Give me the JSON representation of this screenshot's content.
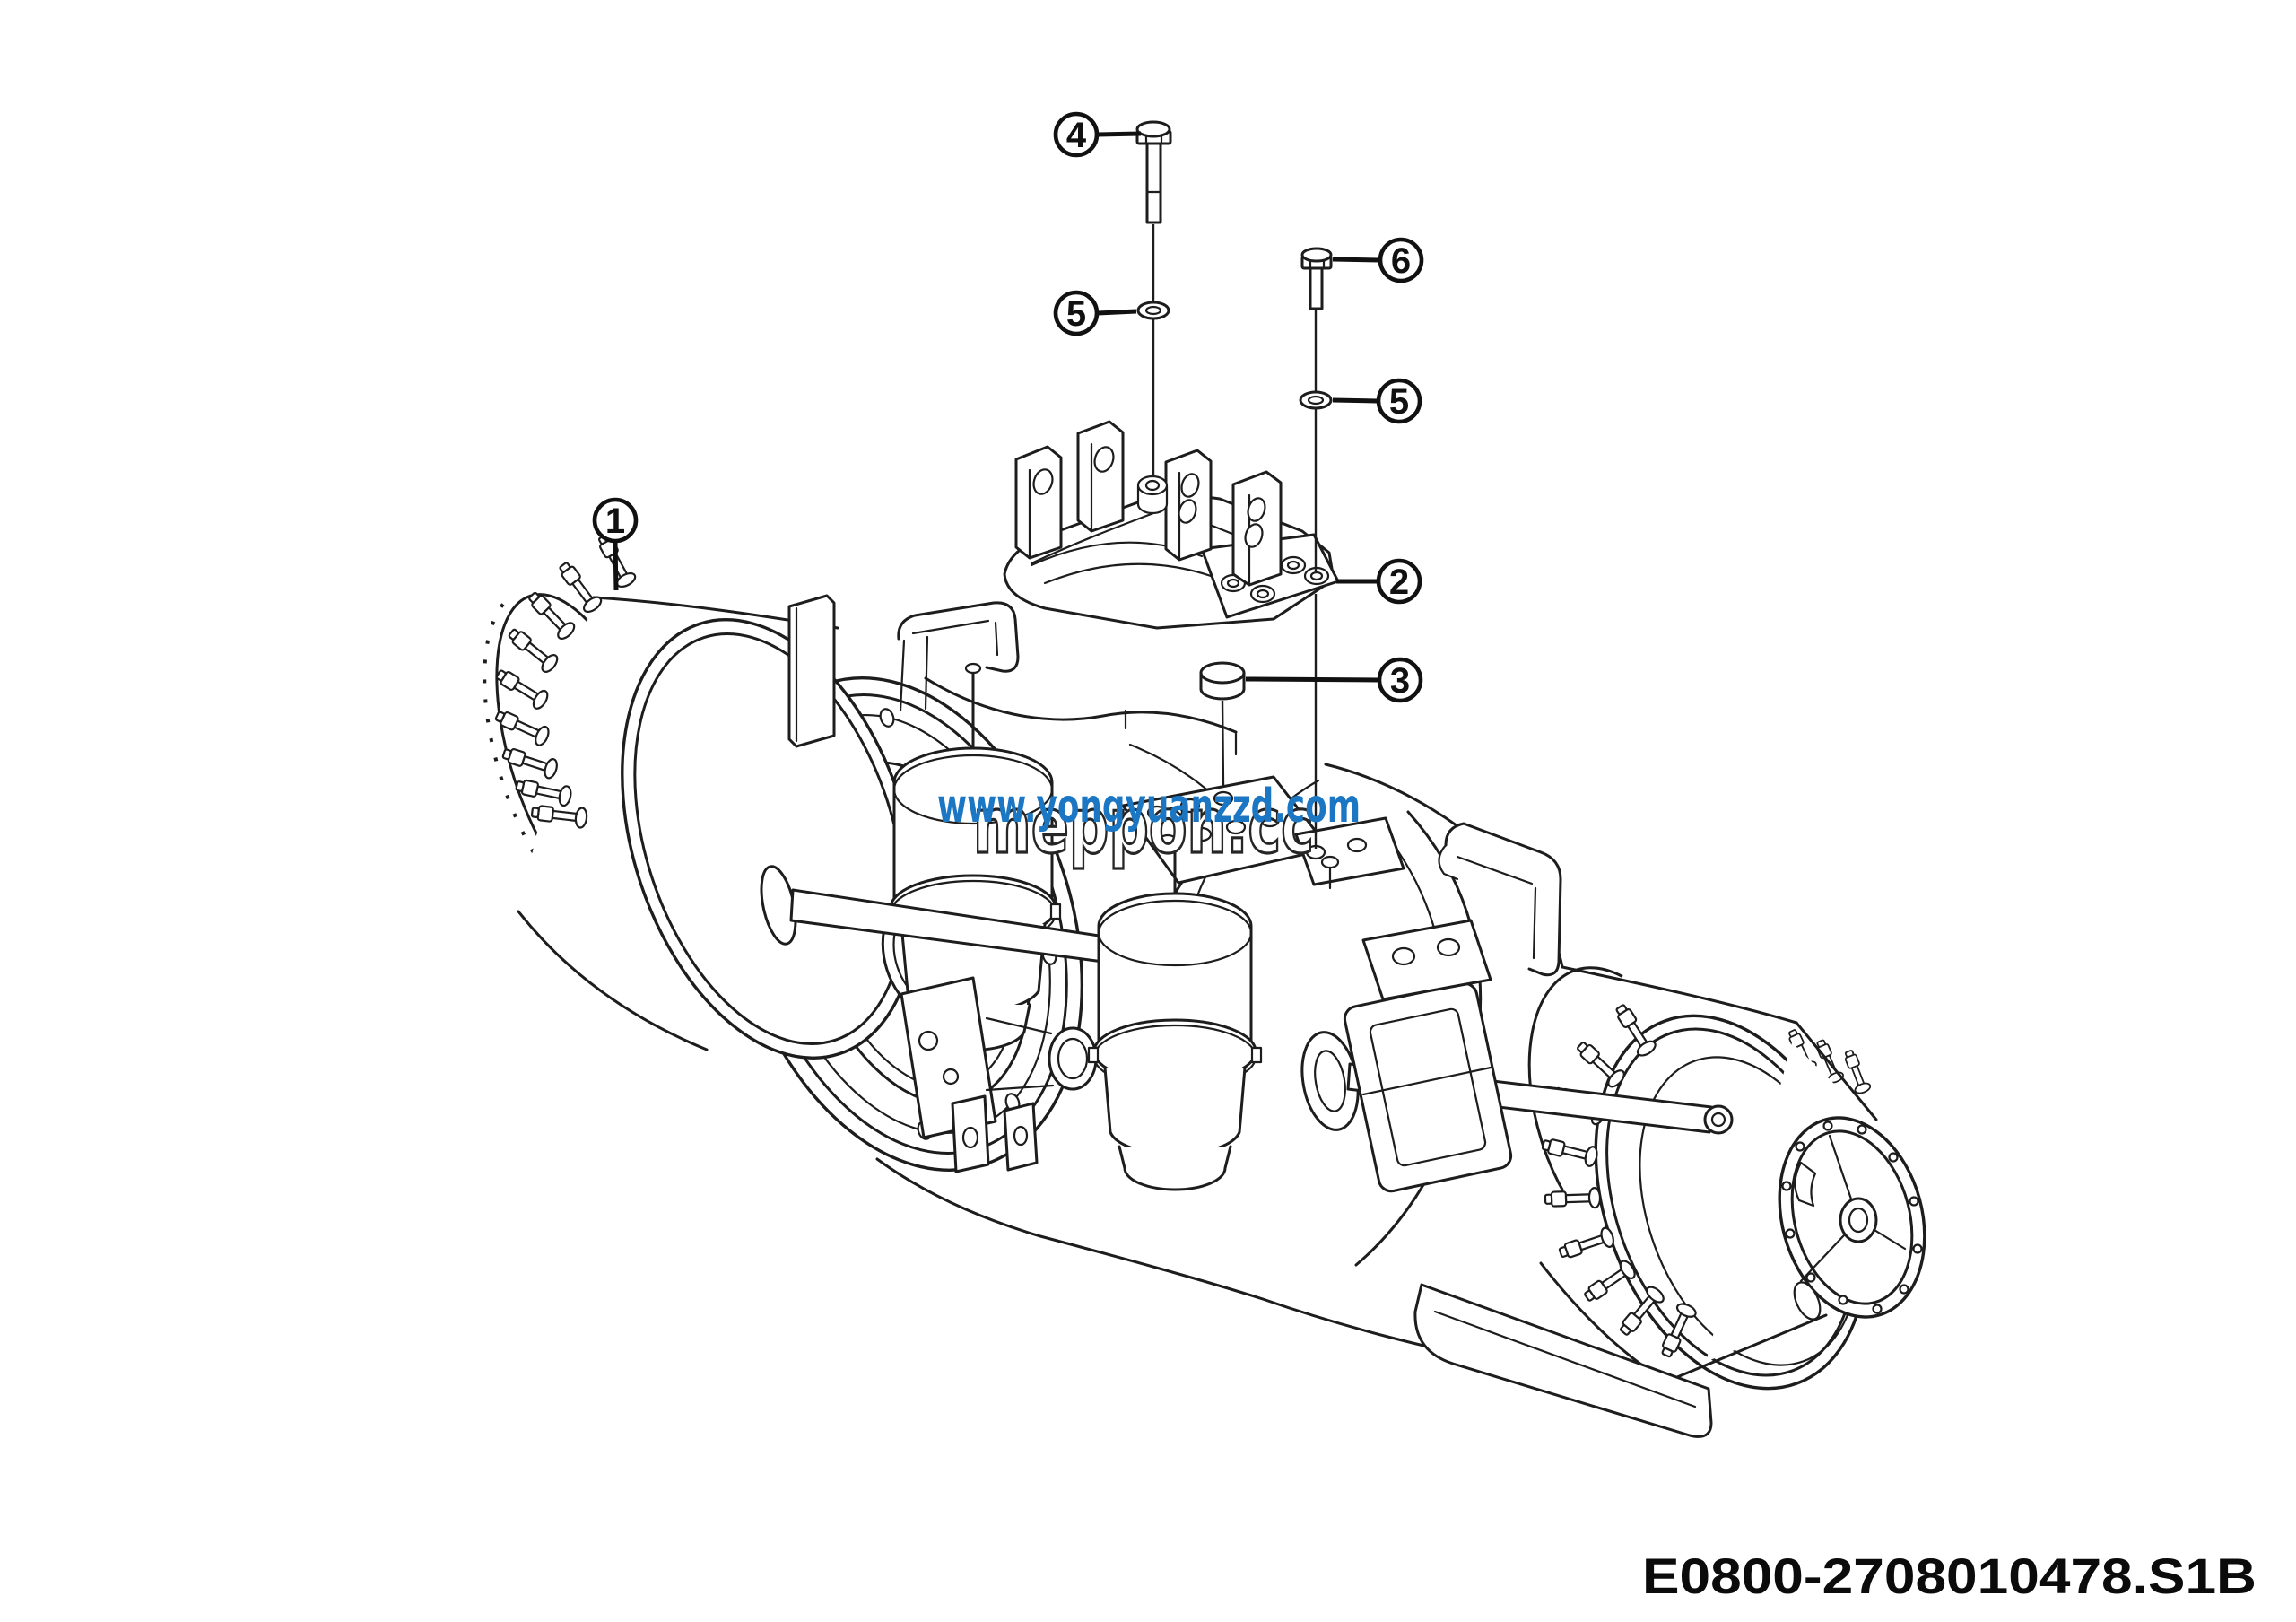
{
  "page": {
    "background": "#ffffff"
  },
  "drawing": {
    "part_code": "E0800-2708010478.S1B",
    "watermark": {
      "url_text": "www.yongyuanzzd.com",
      "brand_text": "meppon.cc",
      "url_color": "#1b76c4",
      "brand_outline_color": "#262626"
    },
    "line_color": "#1d1d1d",
    "callouts": [
      {
        "label": "1"
      },
      {
        "label": "2"
      },
      {
        "label": "3"
      },
      {
        "label": "4"
      },
      {
        "label": "5"
      },
      {
        "label": "5"
      },
      {
        "label": "6"
      }
    ]
  }
}
